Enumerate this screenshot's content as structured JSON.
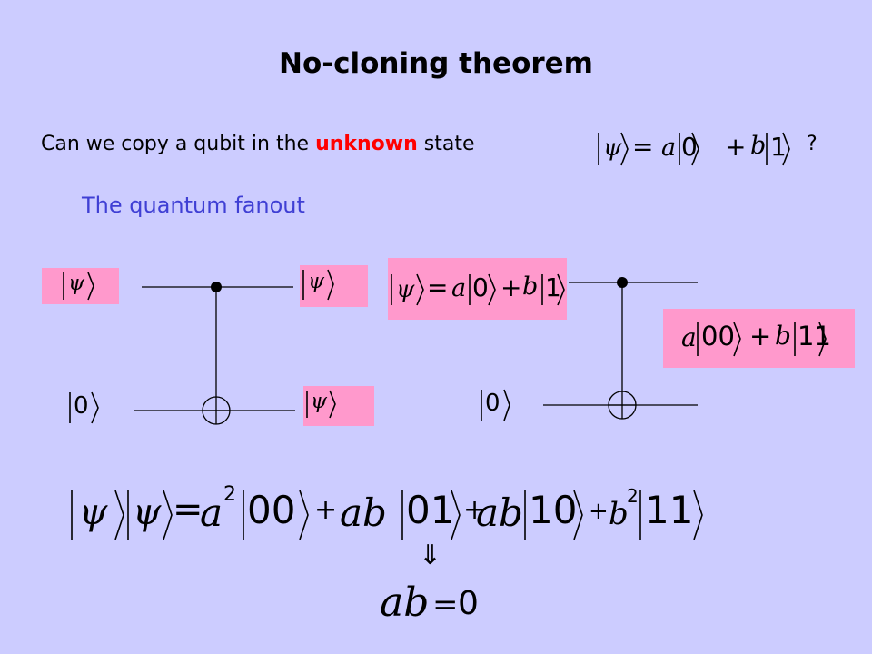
{
  "slide": {
    "title": "No-cloning theorem",
    "question": {
      "prefix": "Can we copy a qubit in the ",
      "highlight": "unknown",
      "suffix": " state",
      "end": "?"
    },
    "section_label": "The quantum fanout"
  },
  "math": {
    "psi": "ψ",
    "zero": "0",
    "one": "1",
    "a": "a",
    "b": "b",
    "plus": "+",
    "eq": "=",
    "ket00": "00",
    "ket01": "01",
    "ket10": "10",
    "ket11": "11",
    "ab": "ab",
    "a2": "a",
    "b2": "b",
    "sup2": "2",
    "arrow": "⇓"
  },
  "colors": {
    "background": "#ccccff",
    "box": "#ff99cc",
    "highlight": "#ff0000",
    "label": "#3f3fd4"
  }
}
